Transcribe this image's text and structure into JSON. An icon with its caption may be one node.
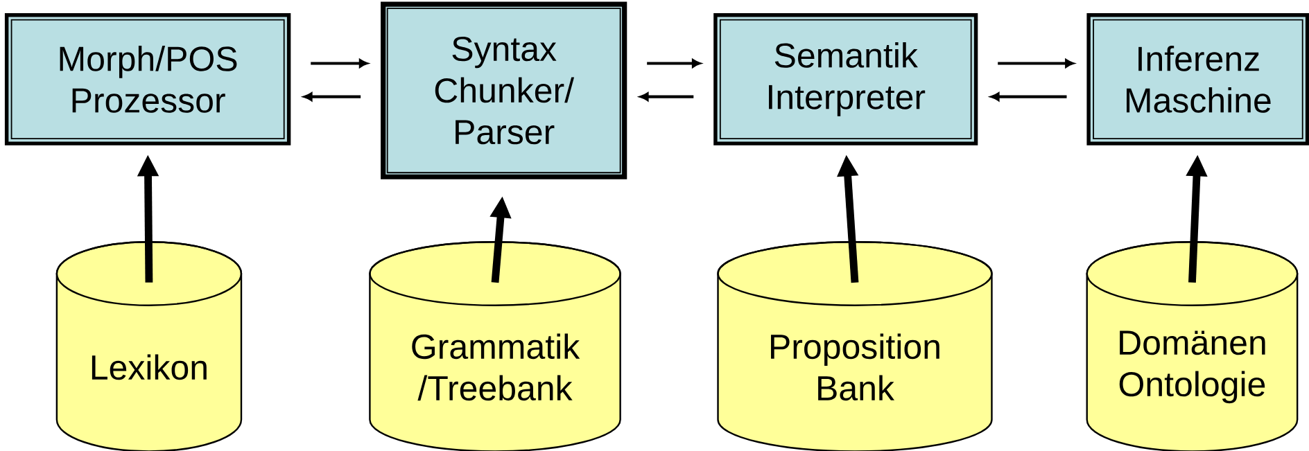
{
  "diagram": {
    "nodes": [
      {
        "text": [
          "Morph/POS Prozessor"
        ]
      },
      {
        "text": [
          "Syntax Chunker/ Parser"
        ]
      },
      {
        "text": [
          "Semantik Interpreter"
        ]
      },
      {
        "text": [
          "Inferenz Maschine"
        ]
      },
      {
        "text": [
          "Lexikon"
        ]
      },
      {
        "text": [
          "Grammatik /Treebank"
        ]
      },
      {
        "text": [
          "Proposition Bank"
        ]
      },
      {
        "text": [
          "Domänen Ontologie"
        ]
      }
    ],
    "edges": [
      {
        "from": 0,
        "to": 1,
        "arrow": "to"
      },
      {
        "from": 1,
        "to": 0,
        "arrow": "to"
      },
      {
        "from": 1,
        "to": 2,
        "arrow": "to"
      },
      {
        "from": 2,
        "to": 1,
        "arrow": "to"
      },
      {
        "from": 2,
        "to": 3,
        "arrow": "to"
      },
      {
        "from": 3,
        "to": 2,
        "arrow": "to"
      },
      {
        "from": 4,
        "to": 0,
        "arrow": "to",
        "style": "thick"
      },
      {
        "from": 5,
        "to": 1,
        "arrow": "to",
        "style": "thick"
      },
      {
        "from": 6,
        "to": 2,
        "arrow": "to",
        "style": "thick"
      },
      {
        "from": 7,
        "to": 3,
        "arrow": "to",
        "style": "thick"
      }
    ]
  }
}
